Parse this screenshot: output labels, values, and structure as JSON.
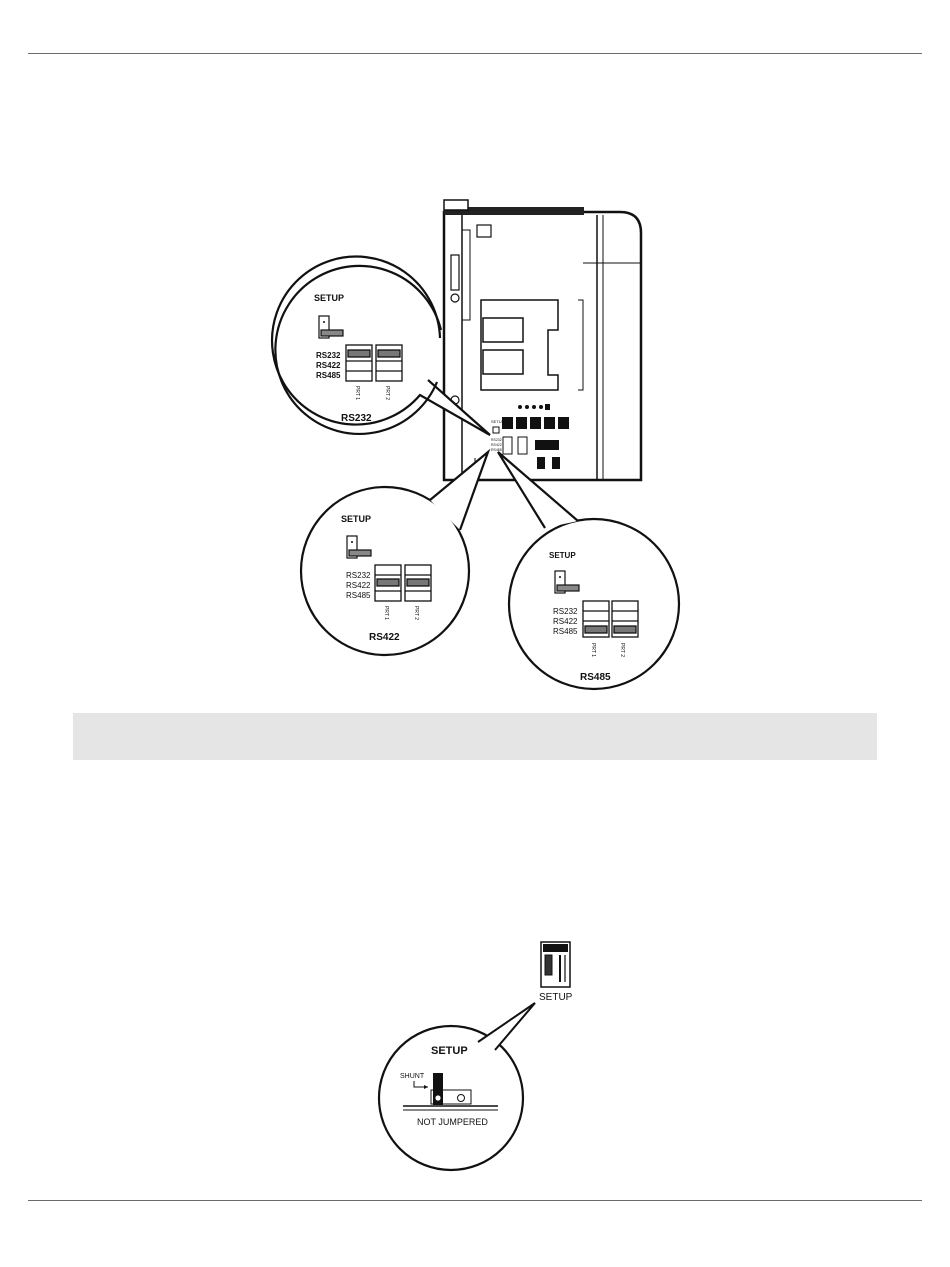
{
  "setup_label": "SETUP",
  "modes": [
    "RS232",
    "RS422",
    "RS485"
  ],
  "ports": [
    "PRT 1",
    "PRT 2"
  ],
  "callouts": {
    "rs232": {
      "title": "RS232"
    },
    "rs422": {
      "title": "RS422"
    },
    "rs485": {
      "title": "RS485"
    }
  },
  "board": {
    "small_labels": [
      "SETUP",
      "RS232",
      "RS422",
      "RS485"
    ]
  },
  "setup_detail": {
    "module_label": "SETUP",
    "title": "SETUP",
    "shunt_label": "SHUNT",
    "state_label": "NOT JUMPERED"
  }
}
